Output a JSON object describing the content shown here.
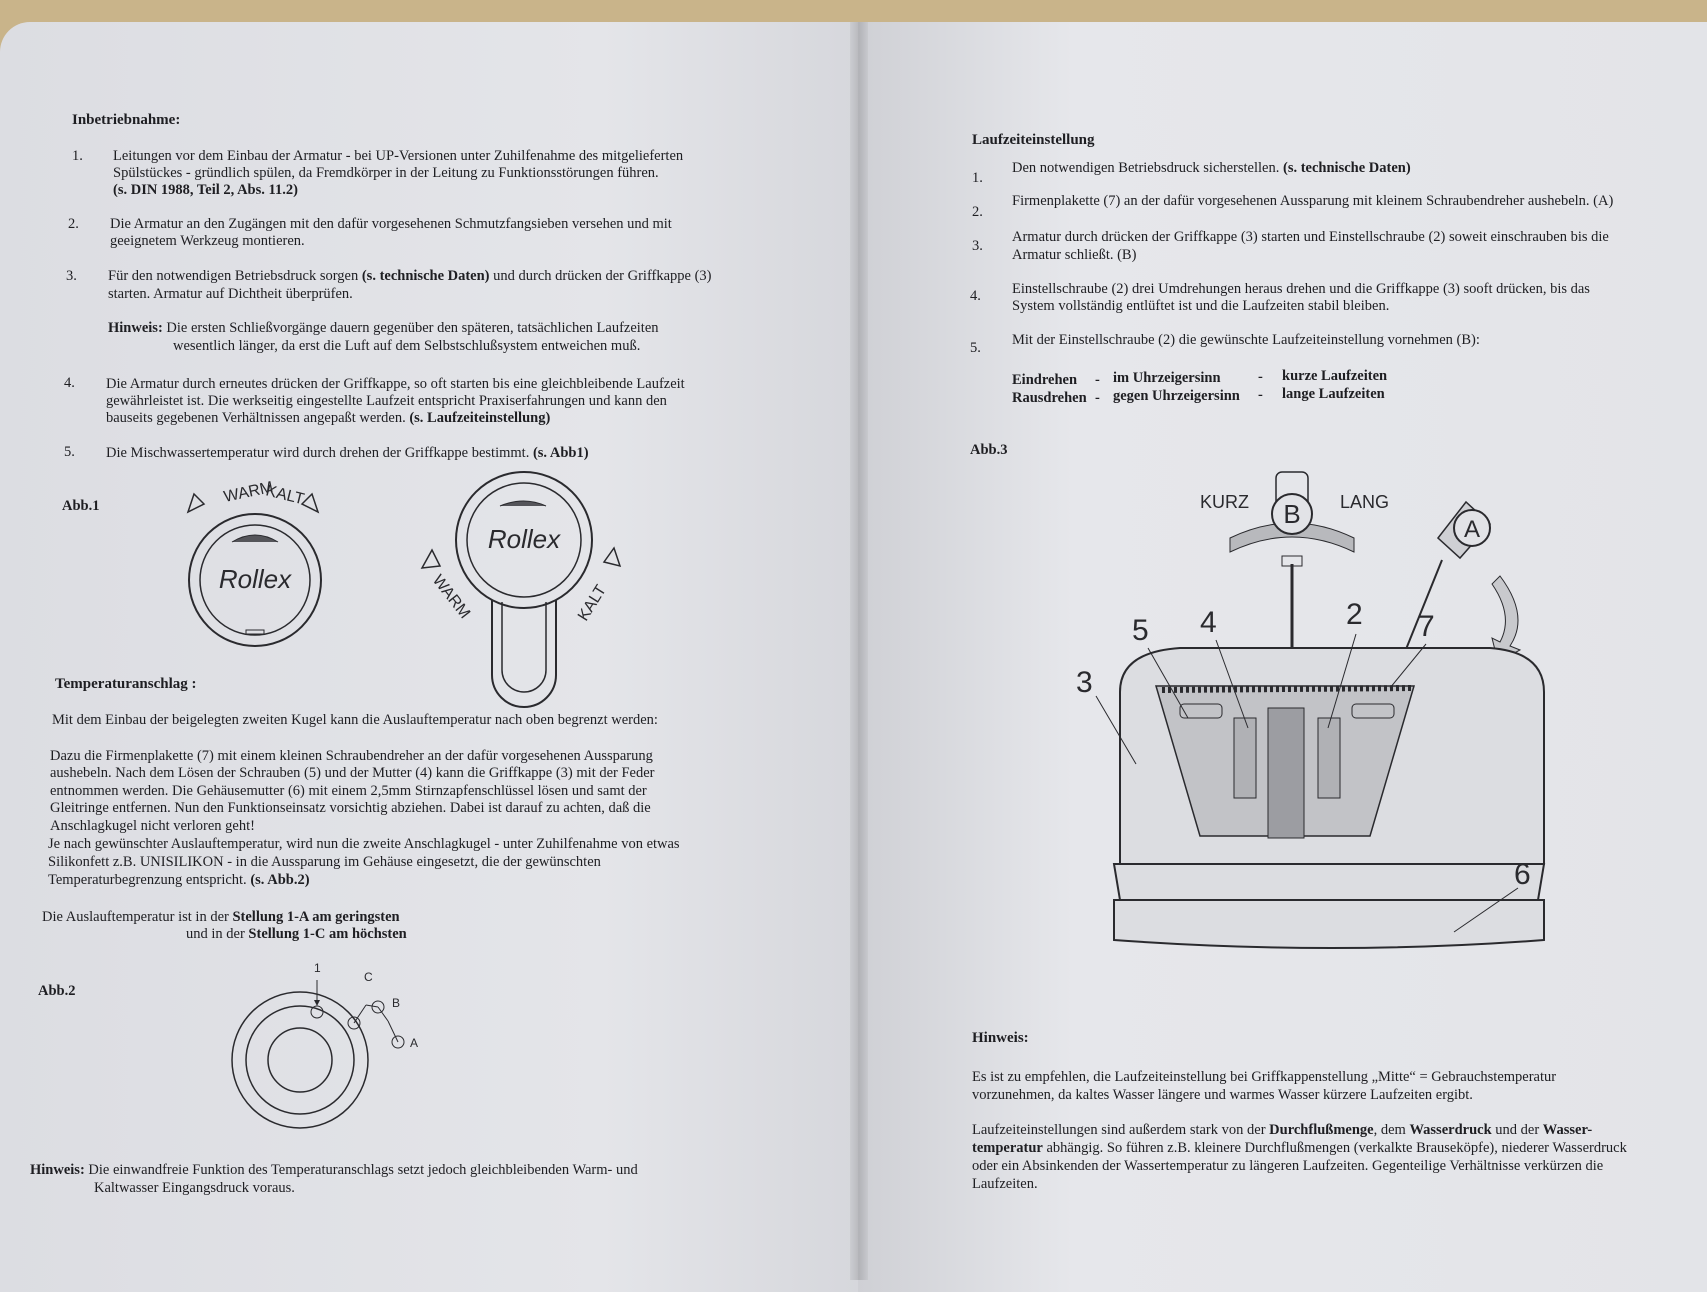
{
  "left": {
    "title": "Inbetriebnahme:",
    "steps": [
      {
        "n": "1.",
        "lines": [
          "Leitungen vor dem Einbau der Armatur - bei UP-Versionen unter Zuhilfenahme des mitgelieferten",
          "Spülstückes - gründlich spülen, da Fremdkörper in der Leitung zu Funktionsstörungen führen.",
          "(s. DIN 1988, Teil 2, Abs. 11.2)"
        ]
      },
      {
        "n": "2.",
        "lines": [
          "Die Armatur an den Zugängen mit den dafür vorgesehenen Schmutzfangsieben  versehen und mit",
          "geeignetem Werkzeug montieren."
        ]
      },
      {
        "n": "3.",
        "lines": [
          "Für den notwendigen Betriebsdruck sorgen ",
          "(s. technische Daten)",
          " und durch drücken der Griffkappe (3)",
          "starten. Armatur auf Dichtheit überprüfen."
        ]
      },
      {
        "n": "4.",
        "lines": [
          "Die Armatur durch erneutes drücken der Griffkappe, so oft starten bis eine gleichbleibende Laufzeit",
          "gewährleistet ist. Die werkseitig eingestellte Laufzeit entspricht Praxiserfahrungen und kann den",
          "bauseits gegebenen Verhältnissen angepaßt werden. ",
          "(s. Laufzeiteinstellung)"
        ]
      },
      {
        "n": "5.",
        "lines": [
          "Die Mischwassertemperatur wird durch drehen der Griffkappe bestimmt. ",
          "(s. Abb1)"
        ]
      }
    ],
    "hint1_label": "Hinweis:",
    "hint1_lines": [
      " Die ersten Schließvorgänge dauern gegenüber den späteren, tatsächlichen Laufzeiten",
      "wesentlich länger, da erst die Luft auf dem Selbstschlußsystem entweichen muß."
    ],
    "abb1": "Abb.1",
    "warm": "WARM",
    "kalt": "KALT",
    "logo": "Rollex",
    "temp_title": "Temperaturanschlag :",
    "temp_intro": "Mit dem Einbau der beigelegten zweiten Kugel kann die Auslauftemperatur nach oben begrenzt werden:",
    "temp_body": [
      "Dazu die Firmenplakette (7) mit einem kleinen Schraubendreher an der dafür vorgesehenen Aussparung",
      "aushebeln. Nach dem Lösen der Schrauben (5) und der Mutter (4) kann die Griffkappe (3) mit der Feder",
      "entnommen werden. Die Gehäusemutter (6) mit einem 2,5mm Stirnzapfenschlüssel lösen und samt der",
      "Gleitringe entfernen. Nun den Funktionseinsatz vorsichtig abziehen. Dabei ist darauf zu achten, daß die",
      "Anschlagkugel nicht verloren geht!",
      "Je nach gewünschter Auslauftemperatur, wird nun die zweite Anschlagkugel - unter Zuhilfenahme von etwas",
      "Silikonfett  z.B. UNISILIKON - in die Aussparung im Gehäuse eingesetzt, die der gewünschten",
      "Temperaturbegrenzung entspricht. ",
      "(s. Abb.2)"
    ],
    "ausl_1a": "Die Auslauftemperatur ist in der ",
    "ausl_1b": "Stellung 1-A am geringsten",
    "ausl_2a": "und in der ",
    "ausl_2b": "Stellung 1-C am höchsten",
    "abb2": "Abb.2",
    "abb2_labels": [
      "1",
      "C",
      "B",
      "A"
    ],
    "hint2_label": "Hinweis:",
    "hint2_lines": [
      " Die einwandfreie Funktion des Temperaturanschlags setzt jedoch gleichbleibenden Warm- und",
      "Kaltwasser Eingangsdruck  voraus."
    ]
  },
  "right": {
    "title": "Laufzeiteinstellung",
    "steps": [
      {
        "n": "1.",
        "lines": [
          "Den notwendigen Betriebsdruck sicherstellen. ",
          "(s. technische Daten)"
        ]
      },
      {
        "n": "2.",
        "lines": [
          "Firmenplakette (7) an der dafür vorgesehenen Aussparung mit kleinem Schraubendreher aushebeln. (A)"
        ]
      },
      {
        "n": "3.",
        "lines": [
          "Armatur durch drücken der Griffkappe (3) starten und Einstellschraube (2) soweit einschrauben bis die",
          "Armatur schließt. (B)"
        ]
      },
      {
        "n": "4.",
        "lines": [
          "Einstellschraube (2) drei Umdrehungen heraus drehen und die Griffkappe (3)  sooft drücken, bis das",
          "System vollständig entlüftet ist und die Laufzeiten stabil bleiben."
        ]
      },
      {
        "n": "5.",
        "lines": [
          "Mit der Einstellschraube (2) die gewünschte Laufzeiteinstellung vornehmen (B):"
        ]
      }
    ],
    "table": [
      [
        "Eindrehen",
        "-",
        "im Uhrzeigersinn",
        "-",
        "kurze Laufzeiten"
      ],
      [
        "Rausdrehen",
        "-",
        "gegen Uhrzeigersinn",
        "-",
        "lange Laufzeiten"
      ]
    ],
    "abb3": "Abb.3",
    "kurz": "KURZ",
    "lang": "LANG",
    "b_label": "B",
    "a_label": "A",
    "parts": [
      "5",
      "4",
      "2",
      "7",
      "3",
      "6"
    ],
    "hint_title": "Hinweis:",
    "hint_lines": [
      "Es ist zu empfehlen, die Laufzeiteinstellung bei Griffkappenstellung „Mitte“ = Gebrauchstemperatur",
      "vorzunehmen, da kaltes Wasser längere und warmes Wasser kürzere Laufzeiten ergibt."
    ],
    "hint_lines2": [
      "Laufzeiteinstellungen sind außerdem stark von der ",
      "Durchflußmenge",
      ", dem ",
      "Wasserdruck",
      " und der ",
      "Wasser-",
      "temperatur",
      " abhängig. So führen z.B. kleinere Durchflußmengen (verkalkte Brauseköpfe), niederer Wasserdruck",
      "oder ein Absinkenden der Wassertemperatur zu längeren Laufzeiten. Gegenteilige Verhältnisse verkürzen die",
      "Laufzeiten."
    ]
  }
}
